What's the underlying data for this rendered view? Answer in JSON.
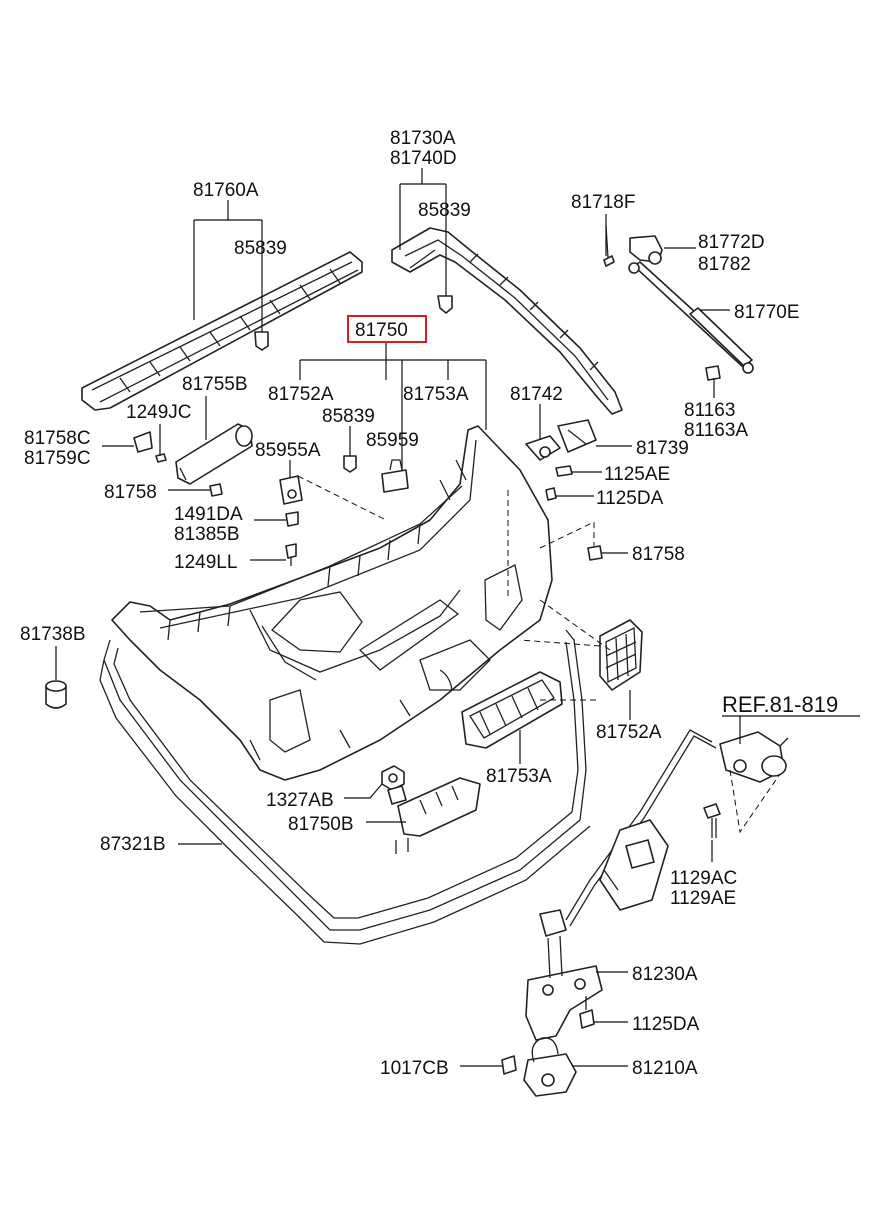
{
  "labels": {
    "p81730a": "81730A",
    "p81740d": "81740D",
    "p85839_top": "85839",
    "p81760a": "81760A",
    "p85839_left": "85839",
    "p81718f": "81718F",
    "p81772d": "81772D",
    "p81782": "81782",
    "p81770e": "81770E",
    "p81750": "81750",
    "p81752a_top": "81752A",
    "p81753a_top": "81753A",
    "p81755b": "81755B",
    "p85839_mid": "85839",
    "p85959": "85959",
    "p81742": "81742",
    "p81163": "81163",
    "p81163a": "81163A",
    "p1249jc": "1249JC",
    "p81758c": "81758C",
    "p81759c": "81759C",
    "p85955a": "85955A",
    "p81739": "81739",
    "p1125ae": "1125AE",
    "p1125da_top": "1125DA",
    "p81758_left": "81758",
    "p1491da": "1491DA",
    "p81385b": "81385B",
    "p1249ll": "1249LL",
    "p81758_right": "81758",
    "p81738b": "81738B",
    "p81752a_right": "81752A",
    "ref81819": "REF.81-819",
    "p81753a_bottom": "81753A",
    "p1327ab": "1327AB",
    "p81750b": "81750B",
    "p87321b": "87321B",
    "p1129ac": "1129AC",
    "p1129ae": "1129AE",
    "p81230a": "81230A",
    "p1125da_bottom": "1125DA",
    "p1017cb": "1017CB",
    "p81210a": "81210A"
  },
  "highlight_color": "#e11b1b",
  "highlighted_part": "81750"
}
